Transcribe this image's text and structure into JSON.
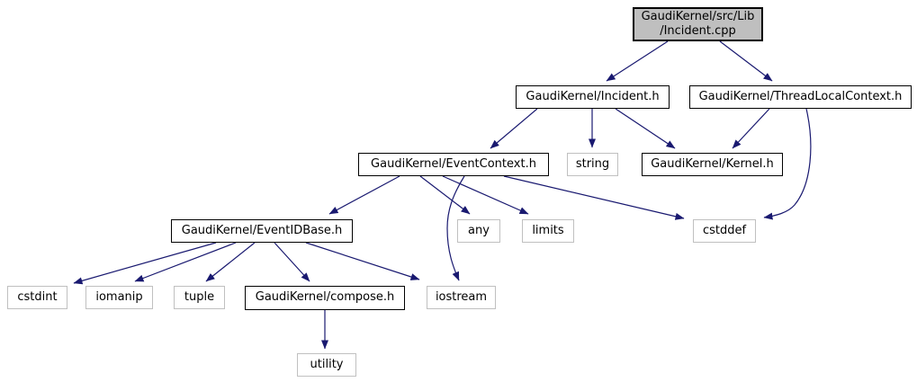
{
  "diagram": {
    "colors": {
      "edge": "#191970",
      "focus_fill": "#bfbfbf",
      "project_border": "#000000",
      "system_border": "#c0c0c0",
      "background": "#ffffff"
    },
    "nodes": {
      "incident_cpp": {
        "label_line1": "GaudiKernel/src/Lib",
        "label_line2": "/Incident.cpp",
        "type": "focus"
      },
      "incident_h": {
        "label": "GaudiKernel/Incident.h",
        "type": "project"
      },
      "threadlocalcontext_h": {
        "label": "GaudiKernel/ThreadLocalContext.h",
        "type": "project"
      },
      "eventcontext_h": {
        "label": "GaudiKernel/EventContext.h",
        "type": "project"
      },
      "string": {
        "label": "string",
        "type": "system"
      },
      "kernel_h": {
        "label": "GaudiKernel/Kernel.h",
        "type": "project"
      },
      "eventidbase_h": {
        "label": "GaudiKernel/EventIDBase.h",
        "type": "project"
      },
      "any": {
        "label": "any",
        "type": "system"
      },
      "limits": {
        "label": "limits",
        "type": "system"
      },
      "cstddef": {
        "label": "cstddef",
        "type": "system"
      },
      "cstdint": {
        "label": "cstdint",
        "type": "system"
      },
      "iomanip": {
        "label": "iomanip",
        "type": "system"
      },
      "tuple": {
        "label": "tuple",
        "type": "system"
      },
      "compose_h": {
        "label": "GaudiKernel/compose.h",
        "type": "project"
      },
      "iostream": {
        "label": "iostream",
        "type": "system"
      },
      "utility": {
        "label": "utility",
        "type": "system"
      }
    },
    "edges": [
      {
        "from": "incident_cpp",
        "to": "incident_h"
      },
      {
        "from": "incident_cpp",
        "to": "threadlocalcontext_h"
      },
      {
        "from": "incident_h",
        "to": "eventcontext_h"
      },
      {
        "from": "incident_h",
        "to": "string"
      },
      {
        "from": "incident_h",
        "to": "kernel_h"
      },
      {
        "from": "threadlocalcontext_h",
        "to": "kernel_h"
      },
      {
        "from": "threadlocalcontext_h",
        "to": "cstddef"
      },
      {
        "from": "eventcontext_h",
        "to": "eventidbase_h"
      },
      {
        "from": "eventcontext_h",
        "to": "any"
      },
      {
        "from": "eventcontext_h",
        "to": "limits"
      },
      {
        "from": "eventcontext_h",
        "to": "cstddef"
      },
      {
        "from": "eventcontext_h",
        "to": "iostream"
      },
      {
        "from": "eventidbase_h",
        "to": "cstdint"
      },
      {
        "from": "eventidbase_h",
        "to": "iomanip"
      },
      {
        "from": "eventidbase_h",
        "to": "tuple"
      },
      {
        "from": "eventidbase_h",
        "to": "compose_h"
      },
      {
        "from": "eventidbase_h",
        "to": "iostream"
      },
      {
        "from": "compose_h",
        "to": "utility"
      }
    ]
  }
}
